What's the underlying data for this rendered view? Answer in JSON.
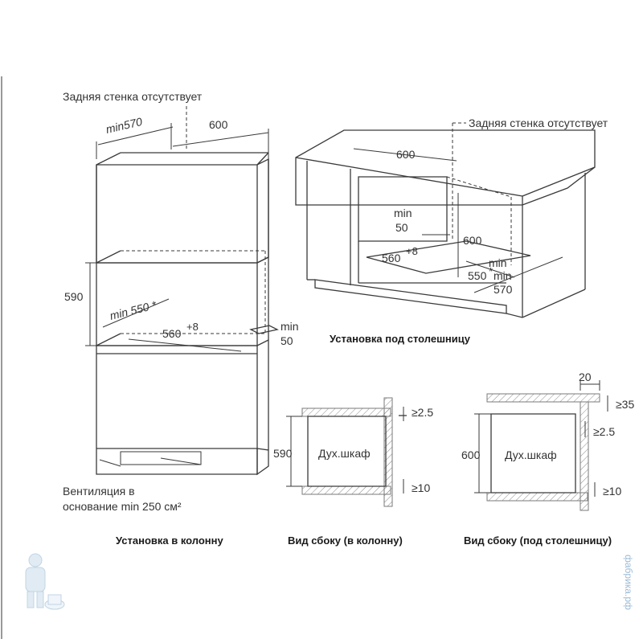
{
  "column_view": {
    "rear_wall_note": "Задняя стенка отсутствует",
    "dim_min570": "min570",
    "dim_600": "600",
    "dim_590": "590",
    "dim_min550": "min 550 *",
    "dim_560": "560",
    "dim_560_sup": "+8",
    "dim_min": "min",
    "dim_50": "50",
    "vent_line1": "Вентиляция в",
    "vent_line2": "основание min 250 см²",
    "caption": "Установка в колонну"
  },
  "counter_view": {
    "rear_wall_note": "Задняя стенка отсутствует",
    "dim_600_top": "600",
    "dim_min": "min",
    "dim_50": "50",
    "dim_600_height": "600",
    "dim_560": "560",
    "dim_560_sup": "+8",
    "dim_min2": "min",
    "dim_550": "550",
    "dim_star": "*",
    "dim_min3": "min",
    "dim_570": "570",
    "caption": "Установка под столешницу"
  },
  "side_column_view": {
    "dim_590": "590",
    "oven_label": "Дух.шкаф",
    "gap_top": "≥2.5",
    "gap_bottom": "≥10",
    "caption": "Вид сбоку (в колонну)"
  },
  "side_counter_view": {
    "dim_20": "20",
    "dim_600": "600",
    "oven_label": "Дух.шкаф",
    "gap_35": "≥35",
    "gap_top": "≥2.5",
    "gap_bottom": "≥10",
    "caption": "Вид сбоку (под столешницу)"
  },
  "watermark": {
    "text": "фабрика.рф",
    "icon": "plumber-mascot-icon"
  }
}
